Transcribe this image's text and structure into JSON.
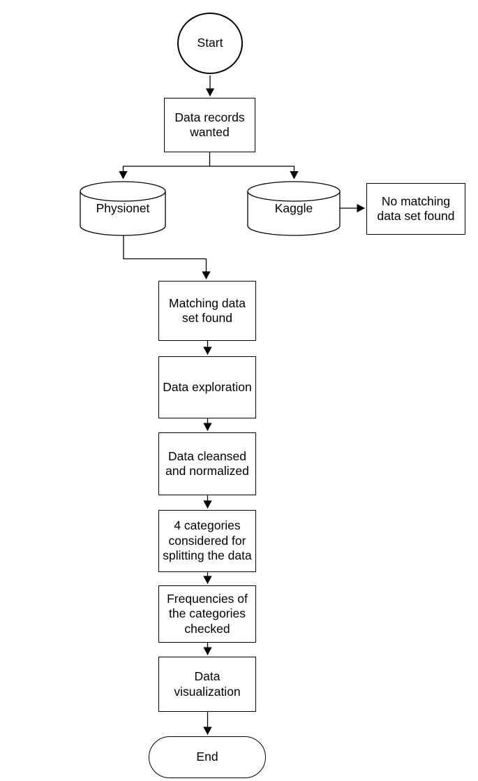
{
  "diagram": {
    "background": "#ffffff",
    "stroke_color": "#000000",
    "text_color": "#000000",
    "nodes": {
      "start": {
        "shape": "circle",
        "label": "Start"
      },
      "data_records_wanted": {
        "shape": "process",
        "label": "Data records\nwanted"
      },
      "physionet": {
        "shape": "database",
        "label": "Physionet"
      },
      "kaggle": {
        "shape": "database",
        "label": "Kaggle"
      },
      "no_matching_data_set_found": {
        "shape": "process",
        "label": "No matching\ndata set found"
      },
      "matching_data_set_found": {
        "shape": "process",
        "label": "Matching data\nset found"
      },
      "data_exploration": {
        "shape": "process",
        "label": "Data exploration"
      },
      "data_cleansed_and_normalized": {
        "shape": "process",
        "label": "Data cleansed\nand normalized"
      },
      "four_categories_considered": {
        "shape": "process",
        "label": "4 categories\nconsidered for\nsplitting the data"
      },
      "frequencies_of_categories_checked": {
        "shape": "process",
        "label": "Frequencies of\nthe categories\nchecked"
      },
      "data_visualization": {
        "shape": "process",
        "label": "Data\nvisualization"
      },
      "end": {
        "shape": "terminator",
        "label": "End"
      }
    },
    "edges": [
      {
        "from": "start",
        "to": "data_records_wanted"
      },
      {
        "from": "data_records_wanted",
        "to": "physionet"
      },
      {
        "from": "data_records_wanted",
        "to": "kaggle"
      },
      {
        "from": "kaggle",
        "to": "no_matching_data_set_found"
      },
      {
        "from": "physionet",
        "to": "matching_data_set_found"
      },
      {
        "from": "matching_data_set_found",
        "to": "data_exploration"
      },
      {
        "from": "data_exploration",
        "to": "data_cleansed_and_normalized"
      },
      {
        "from": "data_cleansed_and_normalized",
        "to": "four_categories_considered"
      },
      {
        "from": "four_categories_considered",
        "to": "frequencies_of_categories_checked"
      },
      {
        "from": "frequencies_of_categories_checked",
        "to": "data_visualization"
      },
      {
        "from": "data_visualization",
        "to": "end"
      }
    ]
  }
}
